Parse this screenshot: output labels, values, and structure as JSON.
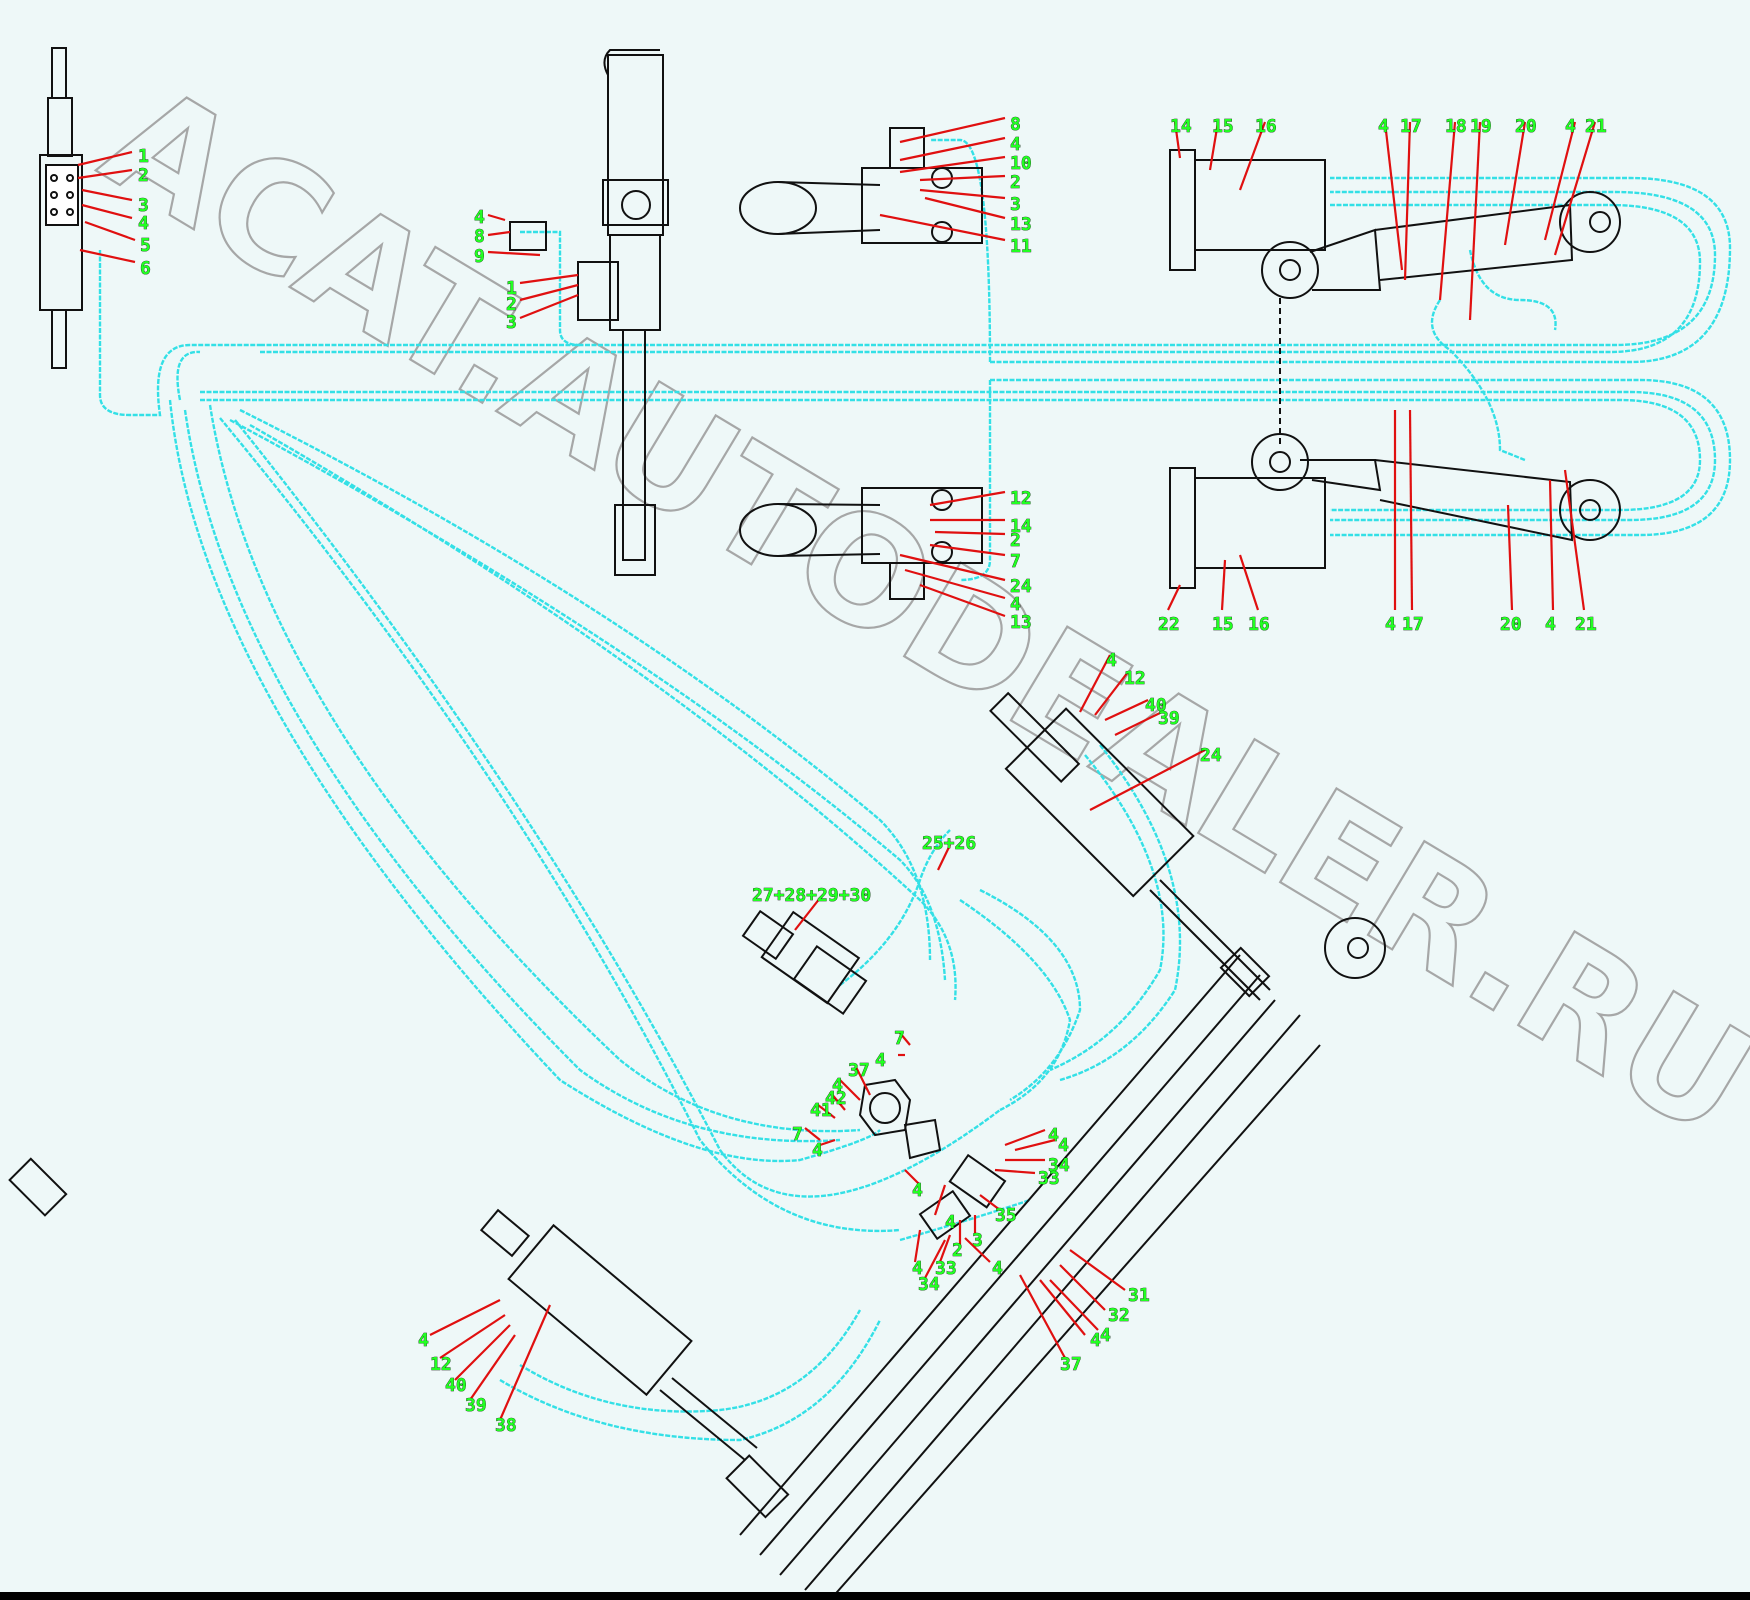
{
  "watermark": {
    "text": "ACAT.AUTODEALER.RU"
  },
  "callouts": {
    "steer": [
      "1",
      "2",
      "3",
      "4",
      "5",
      "6"
    ],
    "column_a": [
      "4",
      "8",
      "9"
    ],
    "column_b": [
      "1",
      "2",
      "3"
    ],
    "upper_valve": [
      "8",
      "4",
      "10",
      "2",
      "3",
      "13",
      "11"
    ],
    "upper_right_top": [
      "14",
      "15",
      "16",
      "4",
      "17",
      "18",
      "19",
      "20",
      "4",
      "21"
    ],
    "lower_valve": [
      "12",
      "14",
      "2",
      "7",
      "24",
      "4",
      "13"
    ],
    "lower_right_bottom": [
      "22",
      "15",
      "16",
      "4",
      "17",
      "20",
      "4",
      "21"
    ],
    "boom_top": [
      "4",
      "12",
      "40",
      "39",
      "24"
    ],
    "fitting_top": [
      "25+26"
    ],
    "valve_block": [
      "27+28+29+30"
    ],
    "manifold": [
      "7",
      "4",
      "37",
      "4",
      "42",
      "41",
      "7",
      "4",
      "4",
      "4"
    ],
    "side_block": [
      "4",
      "4",
      "34",
      "33",
      "35",
      "2",
      "3",
      "33",
      "34",
      "4",
      "4"
    ],
    "boom_right": [
      "31",
      "32",
      "4",
      "4",
      "37"
    ],
    "boom_bottom": [
      "4",
      "12",
      "40",
      "39",
      "38"
    ]
  }
}
